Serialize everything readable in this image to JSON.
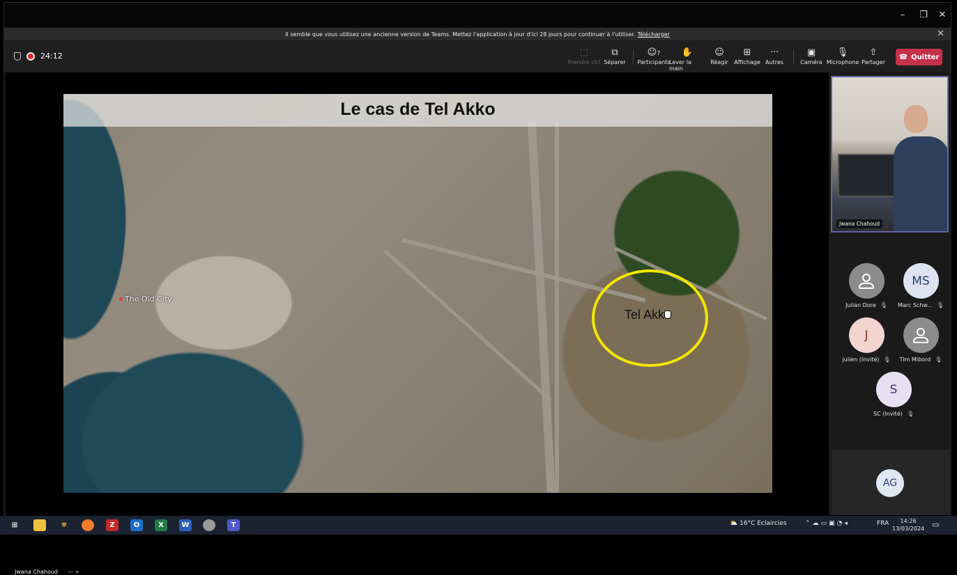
{
  "window": {
    "minimize": "–",
    "restore": "❐",
    "close": "✕"
  },
  "banner": {
    "text": "Il semble que vous utilisez une ancienne version de Teams. Mettez l'application à jour d'ici 28 jours pour continuer à l'utiliser.",
    "link": "Télécharger",
    "close": "✕"
  },
  "meeting": {
    "timer": "24:12"
  },
  "toolbar": {
    "take_control": "Prendre ctrl",
    "pop_out": "Séparer",
    "participants": "Participants",
    "participants_count": "7",
    "raise_hand": "Lever la main",
    "react": "Réagir",
    "view": "Affichage",
    "more": "Autres",
    "more_icon": "···",
    "camera": "Caméra",
    "microphone": "Microphone",
    "share": "Partager",
    "leave": "Quitter"
  },
  "slide": {
    "title": "Le cas de Tel Akko",
    "label_old_city": "The Old City",
    "label_tel": "Tel Akko",
    "highlight_color": "#f2e600"
  },
  "presenter": {
    "name": "Jwana Chahoud",
    "extra": "—   +"
  },
  "video": {
    "name": "Jwana Chahoud"
  },
  "participants": [
    {
      "initials": "",
      "name": "Julian Dore"
    },
    {
      "initials": "MS",
      "name": "Marc Schw..."
    },
    {
      "initials": "J",
      "name": "julien (Invité)"
    },
    {
      "initials": "",
      "name": "Tim Mibord"
    },
    {
      "initials": "S",
      "name": "SC (Invité)"
    }
  ],
  "overflow_participant": {
    "initials": "AG"
  },
  "taskbar": {
    "weather": "16°C  Eclaircies",
    "lang": "FRA",
    "time": "14:26",
    "date": "13/03/2024"
  },
  "colors": {
    "accent": "#6264a7",
    "leave": "#c4314b"
  }
}
